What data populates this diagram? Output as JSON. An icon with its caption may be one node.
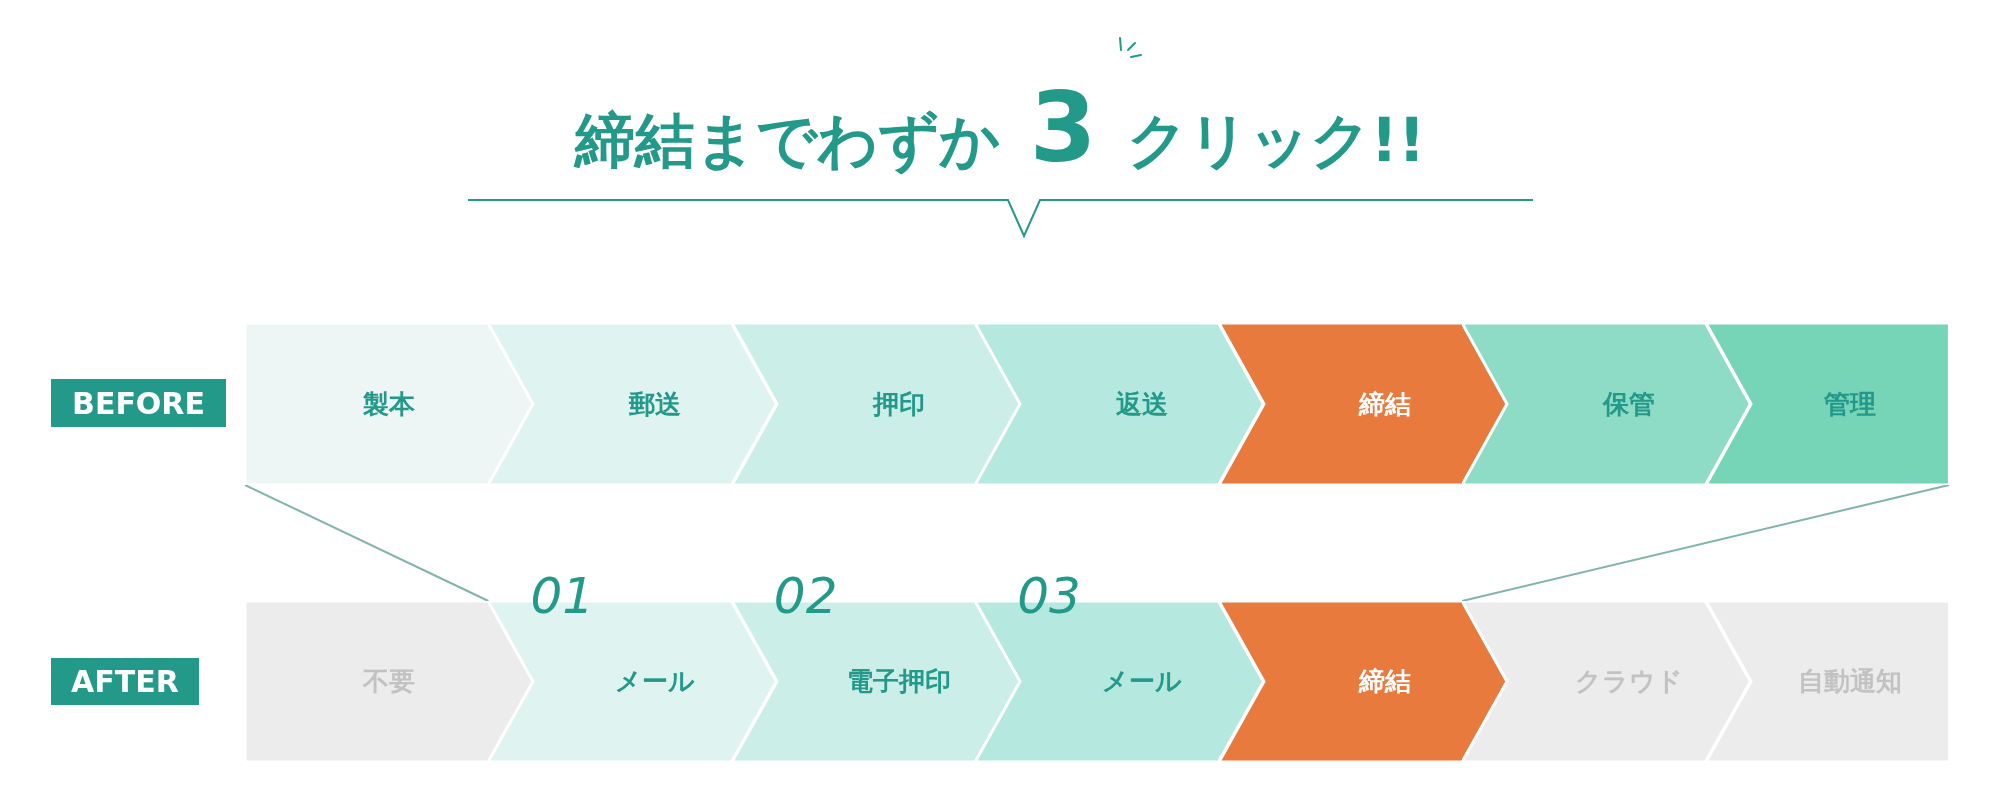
{
  "diagram": {
    "title": "締結までわずか**3**クリック!!",
    "nodes": [
      {
        "text": [
          "BEFORE"
        ]
      },
      {
        "text": [
          "製本"
        ]
      },
      {
        "text": [
          "郵送"
        ]
      },
      {
        "text": [
          "押印"
        ]
      },
      {
        "text": [
          "返送"
        ]
      },
      {
        "text": [
          "締結"
        ]
      },
      {
        "text": [
          "保管"
        ]
      },
      {
        "text": [
          "管理"
        ]
      },
      {
        "text": [
          "AFTER"
        ]
      },
      {
        "text": [
          "不要"
        ]
      },
      {
        "text": [
          "メール"
        ],
        "beside": [
          "01"
        ]
      },
      {
        "text": [
          "電子押印"
        ],
        "beside": [
          "02"
        ]
      },
      {
        "text": [
          "メール"
        ],
        "beside": [
          "03"
        ]
      },
      {
        "text": [
          "締結"
        ]
      },
      {
        "text": [
          "クラウド"
        ]
      },
      {
        "text": [
          "自動通知"
        ]
      }
    ],
    "edges": [
      {
        "from": 1,
        "to": 10,
        "arrow": "none"
      },
      {
        "from": 7,
        "to": 13,
        "arrow": "none"
      }
    ]
  }
}
